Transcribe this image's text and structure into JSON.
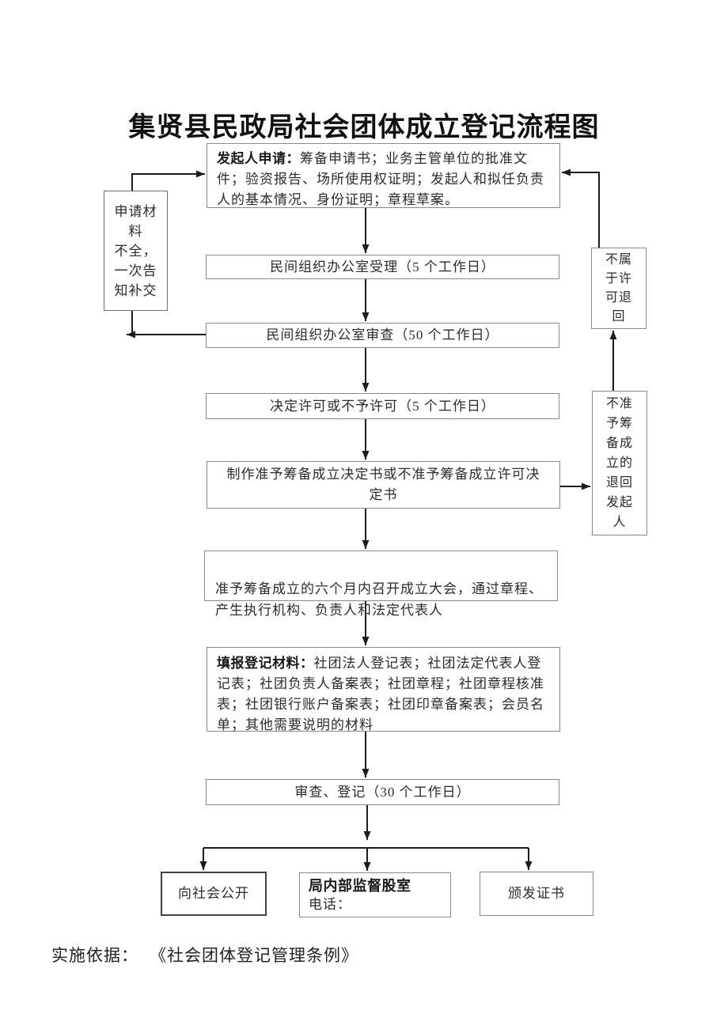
{
  "title": "集贤县民政局社会团体成立登记流程图",
  "flowchart": {
    "applicant": {
      "lead": "发起人申请：",
      "body": "筹备申请书；业务主管单位的批准文件；验资报告、场所使用权证明；发起人和拟任负责人的基本情况、身份证明；章程草案。"
    },
    "acceptance": "民间组织办公室受理（5 个工作日）",
    "review": "民间组织办公室审查（50 个工作日）",
    "decision": "决定许可或不予许可（5 个工作日）",
    "decision_document": "制作准予筹备成立决定书或不准予筹备成立许可决\n定书",
    "assembly": "准予筹备成立的六个月内召开成立大会，通过章程、\n产生执行机构、负责人和法定代表人",
    "registration_materials": {
      "lead": "填报登记材料：",
      "body": "社团法人登记表；社团法定代表人登记表；社团负责人备案表；社团章程；社团章程核准表；社团银行账户备案表；社团印章备案表；会员名单；其他需要说明的材料"
    },
    "register": "审查、登记（30 个工作日）",
    "incomplete_notice": "申请材\n料\n不全，\n一次告\n知补交",
    "non_licensable_return": "不属\n于许\n可退\n回",
    "not_approved_return": "不准\n予筹\n备成\n立的\n退回\n发起\n人",
    "publicize": "向社会公开",
    "supervision": {
      "lead": "局内部监督股室",
      "body": "电话："
    },
    "certificate": "颁发证书"
  },
  "footer": {
    "basis_label": "实施依据：",
    "basis_value": "《社会团体登记管理条例》"
  },
  "colors": {
    "line": "#1c1c1c",
    "border": "#8a8a8a",
    "text": "#262626"
  }
}
